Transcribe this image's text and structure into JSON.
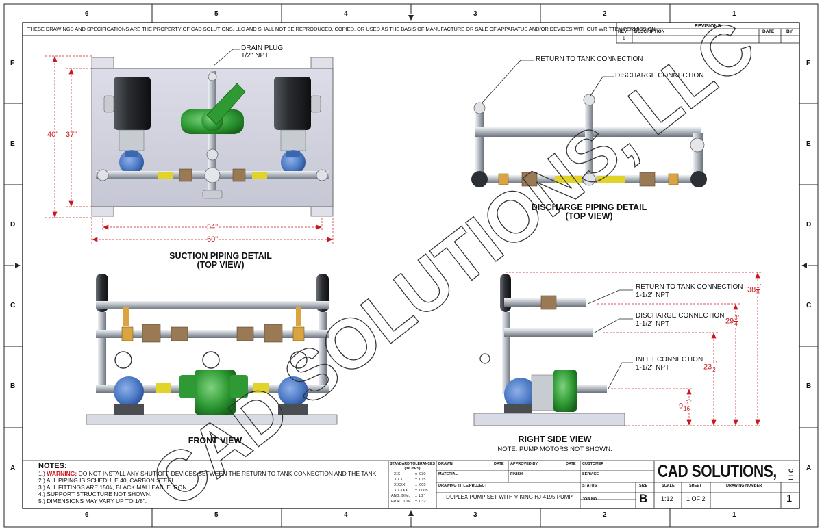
{
  "header": {
    "proprietary_notice": "THESE DRAWINGS AND SPECIFICATIONS ARE THE PROPERTY OF CAD SOLUTIONS, LLC AND SHALL NOT BE REPRODUCED, COPIED, OR USED AS THE BASIS OF MANUFACTURE OR SALE OF APPARATUS AND/OR DEVICES WITHOUT WRITTEN PERMISSION."
  },
  "zones": {
    "columns": [
      "6",
      "5",
      "4",
      "3",
      "2",
      "1"
    ],
    "rows": [
      "F",
      "E",
      "D",
      "C",
      "B",
      "A"
    ]
  },
  "revisions": {
    "title": "REVISIONS",
    "headers": {
      "rev": "REV.",
      "description": "DESCRIPTION",
      "date": "DATE",
      "by": "BY"
    },
    "rows": [
      {
        "rev": "1",
        "description": "",
        "date": "",
        "by": ""
      }
    ]
  },
  "watermark": "CAD SOLUTIONS, LLC",
  "views": {
    "suction": {
      "title_line1": "SUCTION PIPING DETAIL",
      "title_line2": "(TOP VIEW)",
      "callout_drain_line1": "DRAIN PLUG,",
      "callout_drain_line2": "1/2\" NPT",
      "dim_40": "40\"",
      "dim_37": "37\"",
      "dim_54": "54\"",
      "dim_60": "60\""
    },
    "discharge": {
      "title_line1": "DISCHARGE PIPING DETAIL",
      "title_line2": "(TOP VIEW)",
      "callout_return": "RETURN TO TANK CONNECTION",
      "callout_discharge": "DISCHARGE CONNECTION"
    },
    "front": {
      "title": "FRONT VIEW"
    },
    "right_side": {
      "title": "RIGHT SIDE VIEW",
      "note": "NOTE: PUMP MOTORS NOT SHOWN.",
      "return_line1": "RETURN TO TANK CONNECTION",
      "return_line2": "1-1/2\" NPT",
      "discharge_line1": "DISCHARGE CONNECTION",
      "discharge_line2": "1-1/2\" NPT",
      "inlet_line1": "INLET CONNECTION",
      "inlet_line2": "1-1/2\" NPT",
      "dim_38": {
        "whole": "38",
        "num": "1",
        "den": "8",
        "unit": "\""
      },
      "dim_29": {
        "whole": "29",
        "num": "3",
        "den": "4",
        "unit": "\""
      },
      "dim_23": {
        "whole": "23",
        "num": "1",
        "den": "2",
        "unit": "\""
      },
      "dim_9": {
        "whole": "9",
        "num": "5",
        "den": "16",
        "unit": "\""
      }
    }
  },
  "notes": {
    "heading": "NOTES:",
    "items": [
      {
        "prefix": "1.) ",
        "warning": "WARNING:",
        "text": " DO NOT INSTALL ANY SHUT OFF DEVICES BETWEEN THE RETURN TO TANK CONNECTION AND THE TANK."
      },
      {
        "prefix": "",
        "warning": "",
        "text": "2.) ALL PIPING IS SCHEDULE 40, CARBON STEEL."
      },
      {
        "prefix": "",
        "warning": "",
        "text": "3.) ALL FITTINGS ARE 150#, BLACK MALLEABLE IRON."
      },
      {
        "prefix": "",
        "warning": "",
        "text": "4.) SUPPORT STRUCTURE NOT SHOWN."
      },
      {
        "prefix": "",
        "warning": "",
        "text": "5.) DIMENSIONS MAY VARY UP TO 1/8\"."
      }
    ]
  },
  "tolerances": {
    "heading_line1": "STANDARD TOLERANCES",
    "heading_line2": "(INCHES)",
    "rows": [
      {
        "label": "X.X",
        "value": "± .030"
      },
      {
        "label": "X.XX",
        "value": "± .015"
      },
      {
        "label": "X.XXX",
        "value": "± .005"
      },
      {
        "label": "X.XXXX",
        "value": "± .0005"
      },
      {
        "label": "ANG. DIM.",
        "value": "± 1/2°"
      },
      {
        "label": "FRAC. DIM.",
        "value": "± 1/32\""
      }
    ]
  },
  "title_block": {
    "drawn": "DRAWN",
    "date": "DATE",
    "approved_by": "APPROVED BY",
    "customer": "CUSTOMER",
    "material": "MATERIAL",
    "finish": "FINISH",
    "service": "SERVICE",
    "drawing_title_label": "DRAWING TITLE/PROJECT",
    "drawing_title": "DUPLEX PUMP SET WITH VIKING HJ-4195 PUMP",
    "status": "STATUS",
    "job_no": "JOB NO.",
    "size_label": "SIZE",
    "size": "B",
    "scale_label": "SCALE",
    "scale": "1:12",
    "sheet_label": "SHEET",
    "sheet": "1 OF 2",
    "drawing_number_label": "DRAWING NUMBER",
    "revision": "1",
    "company": "CAD SOLUTIONS,",
    "company_suffix": "LLC"
  },
  "colors": {
    "dimension": "#c8171d",
    "pump_blue": "#4a78c4",
    "valve_green": "#2f9a34",
    "pipe_gray": "#b9bec6",
    "valve_bronze": "#9a7a55",
    "sump_yellow": "#e2d32a",
    "warning_red": "#d0181b"
  }
}
